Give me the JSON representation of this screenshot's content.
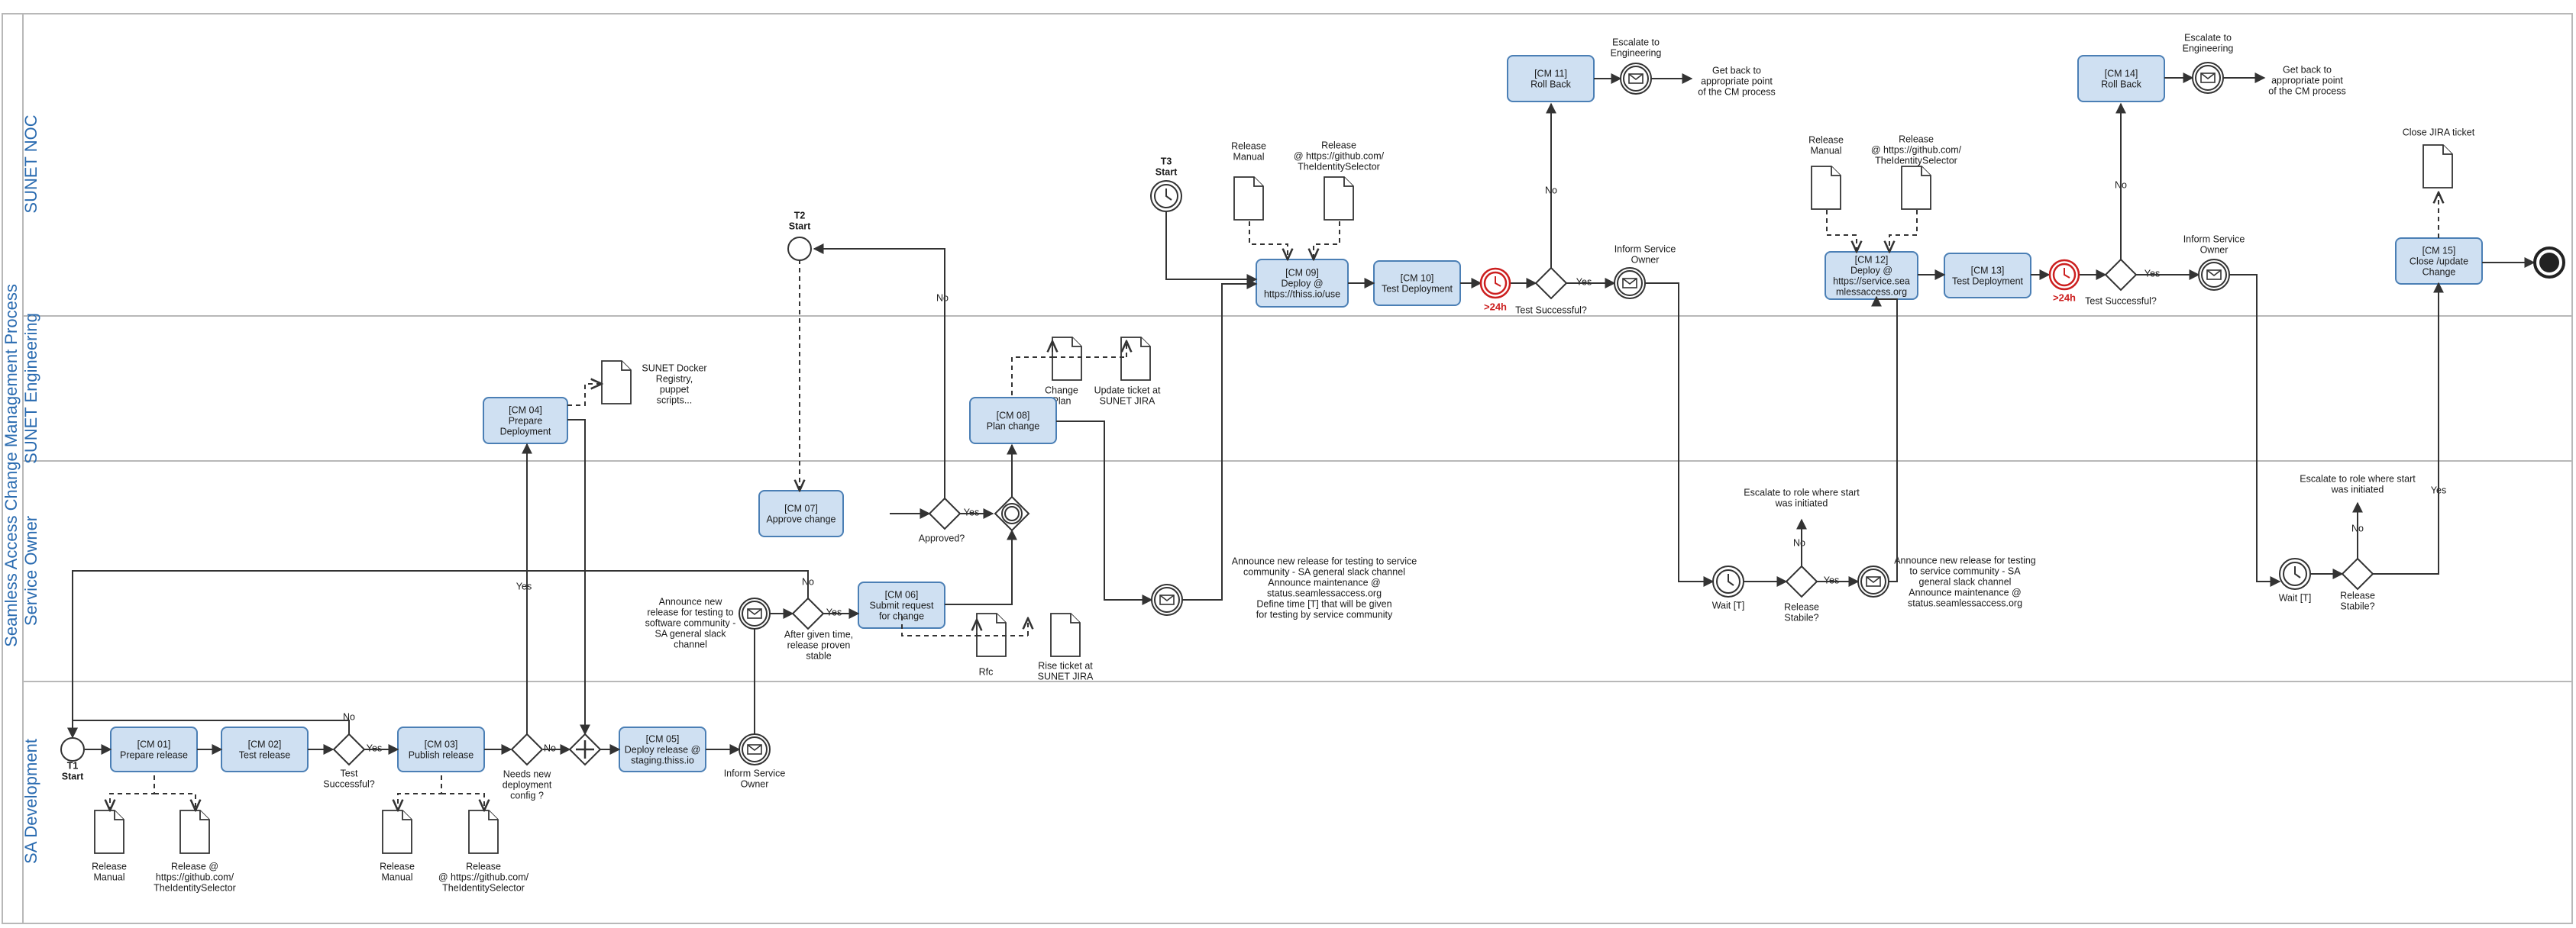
{
  "pool": {
    "title": "Seamless Access Change Management Process"
  },
  "lanes": [
    "SUNET NOC",
    "SUNET Engineering",
    "Service Owner",
    "SA Development"
  ],
  "tasks": [
    {
      "id": "cm01",
      "lines": [
        "[CM 01]",
        "Prepare release"
      ]
    },
    {
      "id": "cm02",
      "lines": [
        "[CM 02]",
        "Test release"
      ]
    },
    {
      "id": "cm03",
      "lines": [
        "[CM 03]",
        "Publish release"
      ]
    },
    {
      "id": "cm04",
      "lines": [
        "[CM 04]",
        "Prepare",
        "Deployment"
      ]
    },
    {
      "id": "cm05",
      "lines": [
        "[CM 05]",
        "Deploy release @",
        "staging.thiss.io"
      ]
    },
    {
      "id": "cm06",
      "lines": [
        "[CM 06]",
        "Submit request",
        "for change"
      ]
    },
    {
      "id": "cm07",
      "lines": [
        "[CM 07]",
        "Approve change"
      ]
    },
    {
      "id": "cm08",
      "lines": [
        "[CM 08]",
        "Plan change"
      ]
    },
    {
      "id": "cm09",
      "lines": [
        "[CM 09]",
        "Deploy @",
        "https://thiss.io/use"
      ]
    },
    {
      "id": "cm10",
      "lines": [
        "[CM 10]",
        "Test Deployment"
      ]
    },
    {
      "id": "cm11",
      "lines": [
        "[CM 11]",
        "Roll Back"
      ]
    },
    {
      "id": "cm12",
      "lines": [
        "[CM 12]",
        "Deploy @",
        "https://service.sea",
        "mlessaccess.org"
      ]
    },
    {
      "id": "cm13",
      "lines": [
        "[CM 13]",
        "Test Deployment"
      ]
    },
    {
      "id": "cm14",
      "lines": [
        "[CM 14]",
        "Roll Back"
      ]
    },
    {
      "id": "cm15",
      "lines": [
        "[CM 15]",
        "Close /update",
        "Change"
      ]
    }
  ],
  "labels": [
    {
      "id": "t1",
      "lines": [
        "T1",
        "Start"
      ],
      "bold": true
    },
    {
      "id": "t2",
      "lines": [
        "T2",
        "Start"
      ],
      "bold": true
    },
    {
      "id": "t3",
      "lines": [
        "T3",
        "Start"
      ],
      "bold": true
    },
    {
      "id": "test_successful_1",
      "lines": [
        "Test",
        "Successful?"
      ]
    },
    {
      "id": "yes_1",
      "lines": [
        "Yes"
      ]
    },
    {
      "id": "no_1",
      "lines": [
        "No"
      ]
    },
    {
      "id": "needs_config",
      "lines": [
        "Needs new",
        "deployment",
        "config ?"
      ]
    },
    {
      "id": "no_2",
      "lines": [
        "No"
      ]
    },
    {
      "id": "yes_2",
      "lines": [
        "Yes"
      ]
    },
    {
      "id": "inform_so_1",
      "lines": [
        "Inform Service",
        "Owner"
      ]
    },
    {
      "id": "announce_1",
      "lines": [
        "Announce new",
        "release for testing to",
        "software community -",
        "SA general slack",
        "channel"
      ]
    },
    {
      "id": "after_time",
      "lines": [
        "After given time,",
        "release proven",
        "stable"
      ]
    },
    {
      "id": "yes_3",
      "lines": [
        "Yes"
      ]
    },
    {
      "id": "no_3",
      "lines": [
        "No"
      ]
    },
    {
      "id": "approved",
      "lines": [
        "Approved?"
      ]
    },
    {
      "id": "yes_4",
      "lines": [
        "Yes"
      ]
    },
    {
      "id": "no_4",
      "lines": [
        "No"
      ]
    },
    {
      "id": "announce_2",
      "lines": [
        "Announce new release for testing to service",
        "community - SA general slack channel",
        "Announce maintenance @",
        "status.seamlessaccess.org",
        "Define time [T] that will be given",
        "for testing by service community"
      ]
    },
    {
      "id": "test_successful_2",
      "lines": [
        "Test Successful?"
      ]
    },
    {
      "id": "timeout_1",
      "lines": [
        ">24h"
      ],
      "red": true
    },
    {
      "id": "yes_5",
      "lines": [
        "Yes"
      ]
    },
    {
      "id": "no_5",
      "lines": [
        "No"
      ]
    },
    {
      "id": "inform_so_2",
      "lines": [
        "Inform Service",
        "Owner"
      ]
    },
    {
      "id": "escalate_eng_1",
      "lines": [
        "Escalate to",
        "Engineering"
      ]
    },
    {
      "id": "get_back_1",
      "lines": [
        "Get back to",
        "appropriate point",
        "of the CM process"
      ]
    },
    {
      "id": "wait_1",
      "lines": [
        "Wait [T]"
      ]
    },
    {
      "id": "release_stable_1",
      "lines": [
        "Release",
        "Stabile?"
      ]
    },
    {
      "id": "yes_6",
      "lines": [
        "Yes"
      ]
    },
    {
      "id": "no_6",
      "lines": [
        "No"
      ]
    },
    {
      "id": "escalate_role_1",
      "lines": [
        "Escalate to role where start",
        "was initiated"
      ]
    },
    {
      "id": "announce_3",
      "lines": [
        "Announce new release for testing",
        "to service community - SA",
        "general slack channel",
        "Announce maintenance @",
        "status.seamlessaccess.org"
      ]
    },
    {
      "id": "timeout_2",
      "lines": [
        ">24h"
      ],
      "red": true
    },
    {
      "id": "test_successful_3",
      "lines": [
        "Test Successful?"
      ]
    },
    {
      "id": "yes_7",
      "lines": [
        "Yes"
      ]
    },
    {
      "id": "no_7",
      "lines": [
        "No"
      ]
    },
    {
      "id": "inform_so_3",
      "lines": [
        "Inform Service",
        "Owner"
      ]
    },
    {
      "id": "escalate_eng_2",
      "lines": [
        "Escalate to",
        "Engineering"
      ]
    },
    {
      "id": "get_back_2",
      "lines": [
        "Get back to",
        "appropriate point",
        "of the CM process"
      ]
    },
    {
      "id": "wait_2",
      "lines": [
        "Wait [T]"
      ]
    },
    {
      "id": "release_stable_2",
      "lines": [
        "Release",
        "Stabile?"
      ]
    },
    {
      "id": "no_8",
      "lines": [
        "No"
      ]
    },
    {
      "id": "yes_8",
      "lines": [
        "Yes"
      ]
    },
    {
      "id": "escalate_role_2",
      "lines": [
        "Escalate to role where start",
        "was initiated"
      ]
    },
    {
      "id": "close_jira",
      "lines": [
        "Close JIRA ticket"
      ]
    }
  ],
  "documents": [
    {
      "id": "doc_rm_1",
      "lines": [
        "Release",
        "Manual"
      ]
    },
    {
      "id": "doc_gh_1",
      "lines": [
        "Release @",
        "https://github.com/",
        "TheIdentitySelector"
      ]
    },
    {
      "id": "doc_rm_2",
      "lines": [
        "Release",
        "Manual"
      ]
    },
    {
      "id": "doc_gh_2",
      "lines": [
        "Release",
        "@ https://github.com/",
        "TheIdentitySelector"
      ]
    },
    {
      "id": "doc_docker",
      "lines": [
        "SUNET Docker",
        "Registry,",
        "puppet",
        "scripts..."
      ]
    },
    {
      "id": "doc_rfc",
      "lines": [
        "Rfc"
      ]
    },
    {
      "id": "doc_rise",
      "lines": [
        "Rise ticket at",
        "SUNET JIRA"
      ]
    },
    {
      "id": "doc_change_plan",
      "lines": [
        "Change",
        "Plan"
      ]
    },
    {
      "id": "doc_update_ticket",
      "lines": [
        "Update ticket at",
        "SUNET JIRA"
      ]
    },
    {
      "id": "doc_rm_3",
      "lines": [
        "Release",
        "Manual"
      ]
    },
    {
      "id": "doc_gh_3",
      "lines": [
        "Release",
        "@ https://github.com/",
        "TheIdentitySelector"
      ]
    },
    {
      "id": "doc_rm_4",
      "lines": [
        "Release",
        "Manual"
      ]
    },
    {
      "id": "doc_gh_4",
      "lines": [
        "Release",
        "@ https://github.com/",
        "TheIdentitySelector"
      ]
    },
    {
      "id": "doc_close_jira",
      "lines": []
    }
  ]
}
